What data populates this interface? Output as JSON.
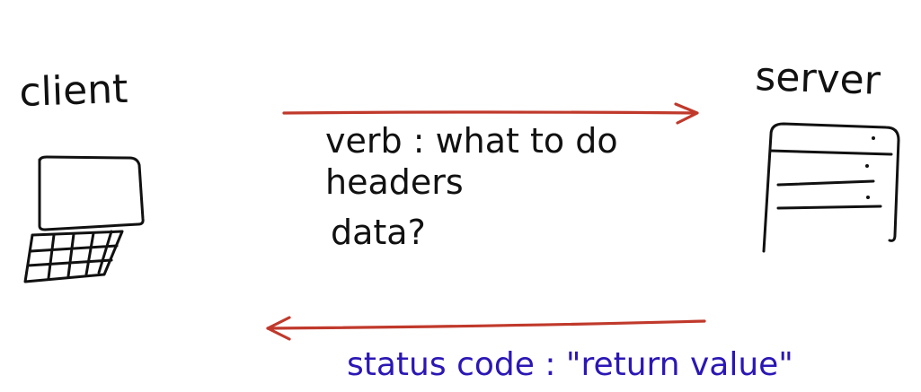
{
  "labels": {
    "client": "client",
    "server": "server"
  },
  "request": {
    "verb": "verb : what to do",
    "headers": "headers",
    "data": "data?"
  },
  "response": {
    "status": "status code : \"return value\""
  },
  "colors": {
    "ink": "#111111",
    "arrow": "#c0392b",
    "response_text": "#2b17b5"
  },
  "icons": {
    "client": "laptop-icon",
    "server": "server-icon"
  }
}
